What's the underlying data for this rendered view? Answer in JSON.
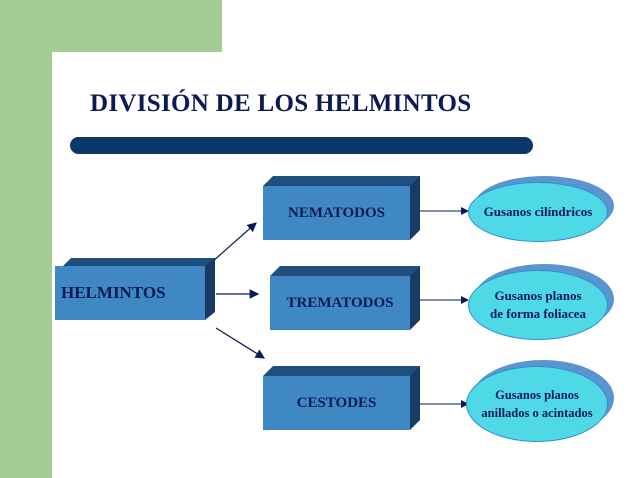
{
  "title": "DIVISIÓN DE LOS HELMINTOS",
  "root": "HELMINTOS",
  "groups": [
    "NEMATODOS",
    "TREMATODOS",
    "CESTODES"
  ],
  "descriptions": [
    [
      "Gusanos cilíndricos"
    ],
    [
      "Gusanos planos",
      "de forma foliacea"
    ],
    [
      "Gusanos planos",
      "anillados o acintados"
    ]
  ],
  "colors": {
    "box_face": "#3f88c4",
    "oval_face": "#4fd9e6",
    "title_bar": "#0a3869",
    "accent_green": "#a6cc95"
  }
}
